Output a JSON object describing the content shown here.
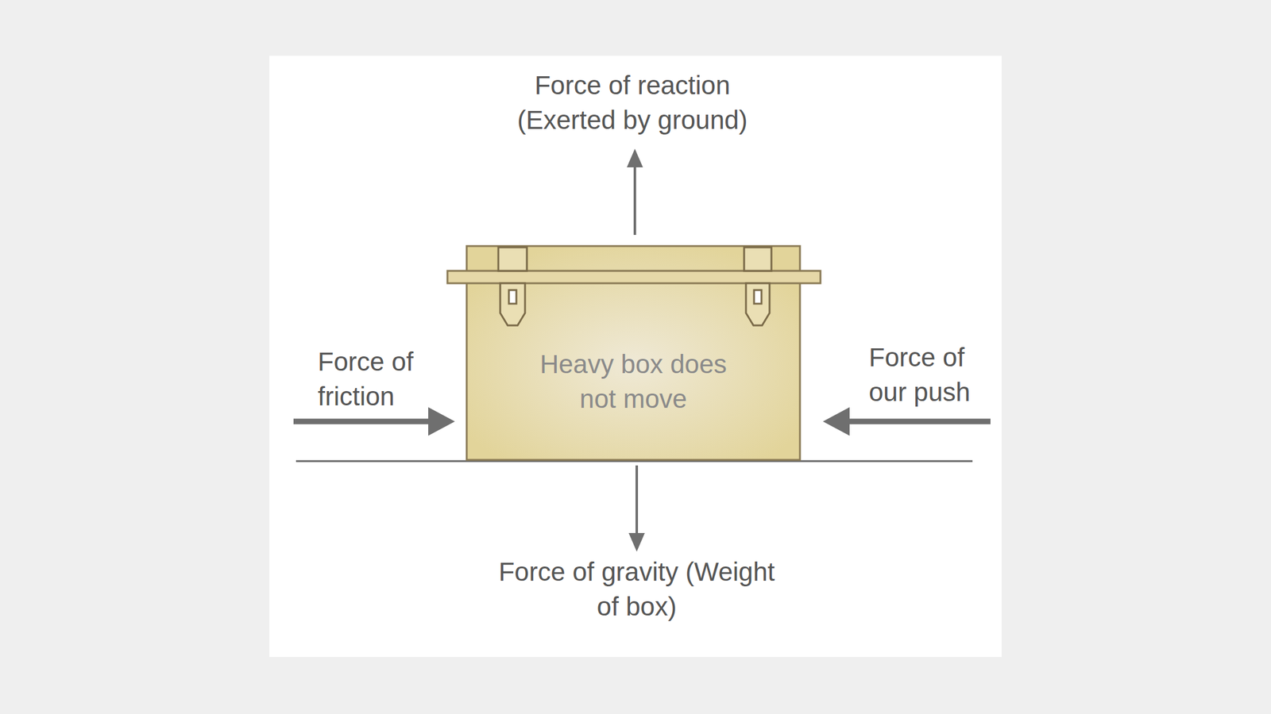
{
  "diagram": {
    "nodes": [
      {
        "text": [
          "Heavy box does not move"
        ]
      }
    ],
    "labels": [
      "Force of reaction (Exerted by ground)",
      "Force of friction",
      "Force of our push",
      "Force of gravity (Weight of box)"
    ]
  }
}
